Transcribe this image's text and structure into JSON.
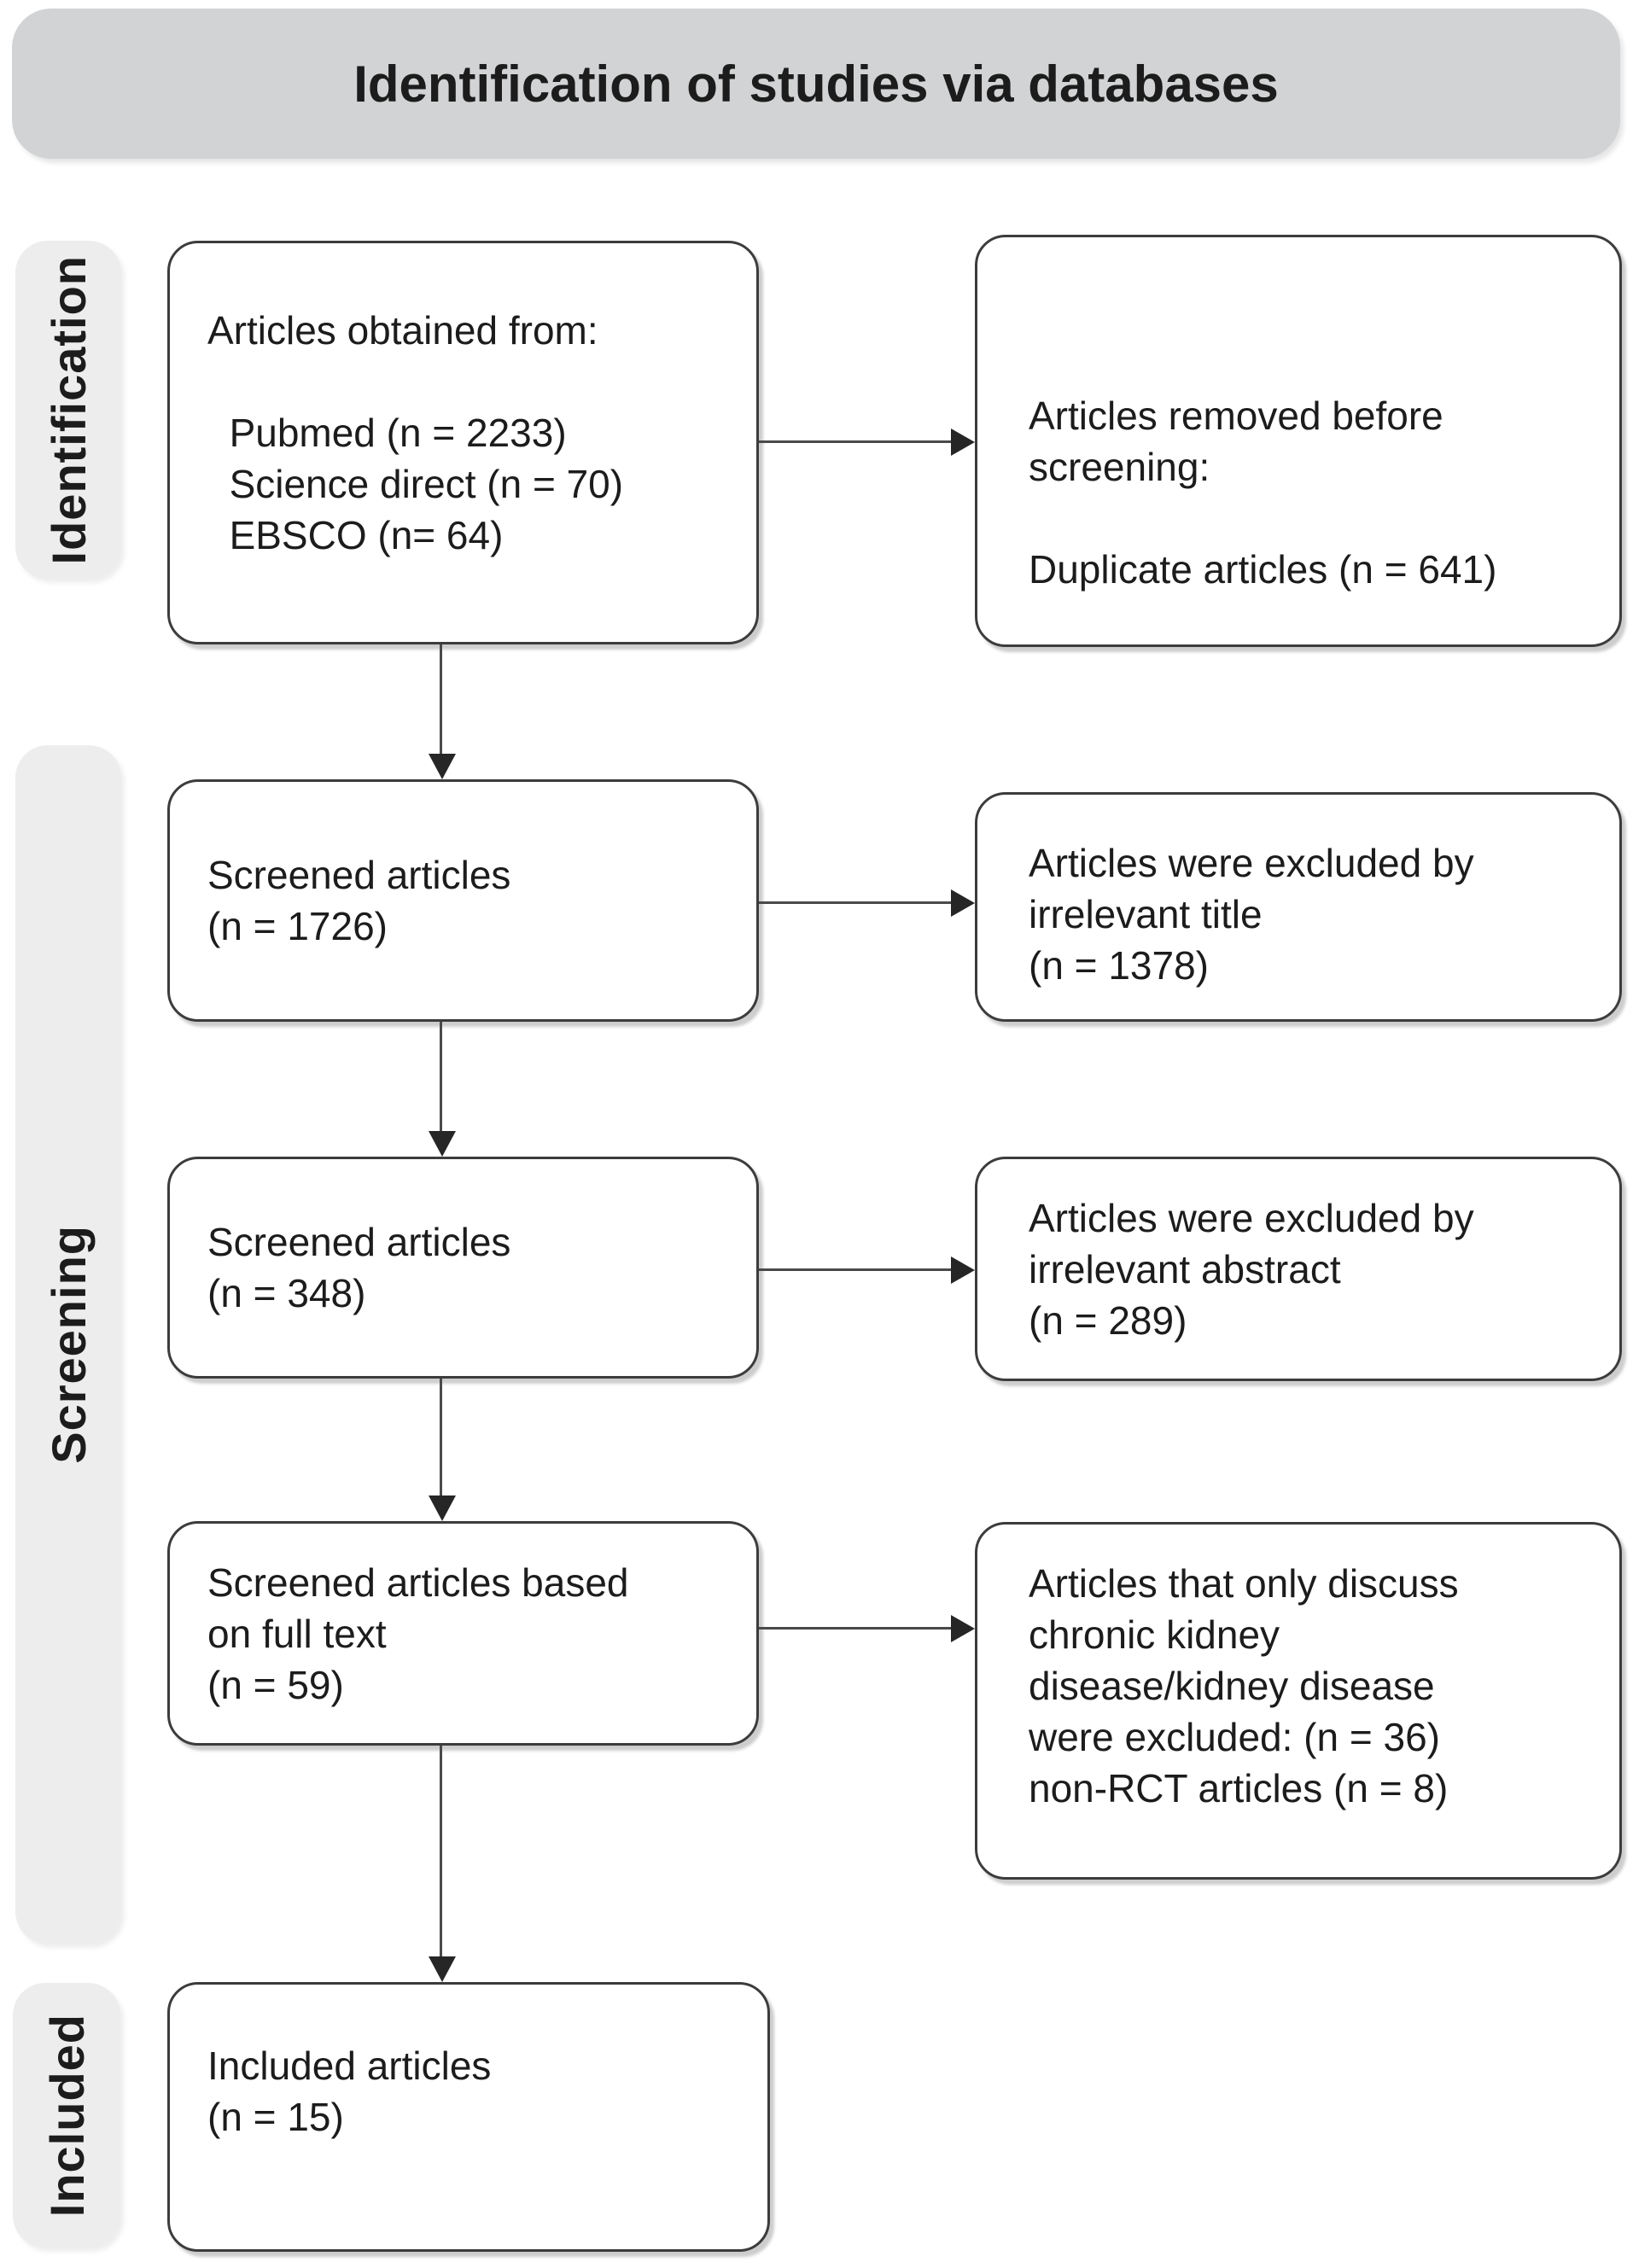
{
  "header": {
    "title": "Identification of studies via databases"
  },
  "stages": {
    "identification": "Identification",
    "screening": "Screening",
    "included": "Included"
  },
  "boxes": {
    "sources": "Articles obtained from:\n\n  Pubmed (n = 2233)\n  Science direct (n = 70)\n  EBSCO (n= 64)",
    "removed_before_screening": "Articles removed before\nscreening:\n\nDuplicate articles (n = 641)",
    "screened_title": "Screened articles\n(n = 1726)",
    "excluded_title": "Articles were excluded by\nirrelevant title\n(n = 1378)",
    "screened_abstract": "Screened articles\n(n = 348)",
    "excluded_abstract": "Articles were excluded by\nirrelevant abstract\n(n = 289)",
    "screened_fulltext": "Screened articles based\non full text\n(n = 59)",
    "excluded_fulltext": "Articles that only discuss\nchronic kidney\ndisease/kidney disease\nwere excluded: (n = 36)\nnon-RCT articles (n = 8)",
    "included_articles": "Included articles\n(n = 15)"
  },
  "colors": {
    "header_bg": "#d1d3d4",
    "stage_bg": "#ededee",
    "box_border": "#3c3c3c",
    "arrow": "#262626",
    "line": "#4a4a4a",
    "text": "#1c1c1c"
  }
}
